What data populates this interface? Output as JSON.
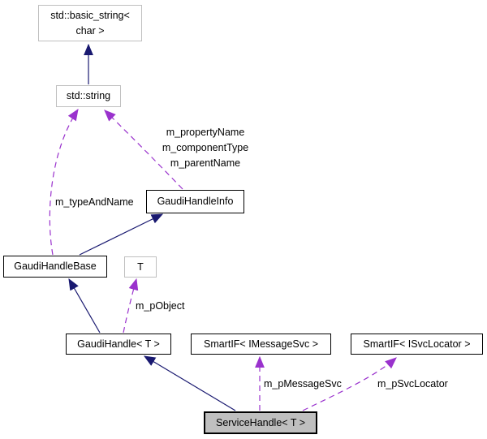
{
  "diagram": {
    "nodes": {
      "basic_string": {
        "line1": "std::basic_string<",
        "line2": "char >"
      },
      "std_string": {
        "label": "std::string"
      },
      "gaudi_handle_info": {
        "label": "GaudiHandleInfo"
      },
      "gaudi_handle_base": {
        "label": "GaudiHandleBase"
      },
      "t_param": {
        "label": "T"
      },
      "gaudi_handle": {
        "label": "GaudiHandle< T >"
      },
      "smartif_imessagesvc": {
        "label": "SmartIF< IMessageSvc >"
      },
      "smartif_isvclocator": {
        "label": "SmartIF< ISvcLocator >"
      },
      "service_handle": {
        "label": "ServiceHandle< T >"
      }
    },
    "edge_labels": {
      "member_group": {
        "line1": "m_propertyName",
        "line2": "m_componentType",
        "line3": "m_parentName"
      },
      "type_and_name": {
        "text": "m_typeAndName"
      },
      "p_object": {
        "text": "m_pObject"
      },
      "p_message_svc": {
        "text": "m_pMessageSvc"
      },
      "p_svc_locator": {
        "text": "m_pSvcLocator"
      }
    },
    "colors": {
      "inheritance_edge": "#191970",
      "usage_edge": "#9a32cd",
      "node_border": "#000000",
      "external_node_border": "#bfbfbf",
      "node_fill": "#ffffff",
      "selected_node_fill": "#bfbfbf"
    }
  }
}
